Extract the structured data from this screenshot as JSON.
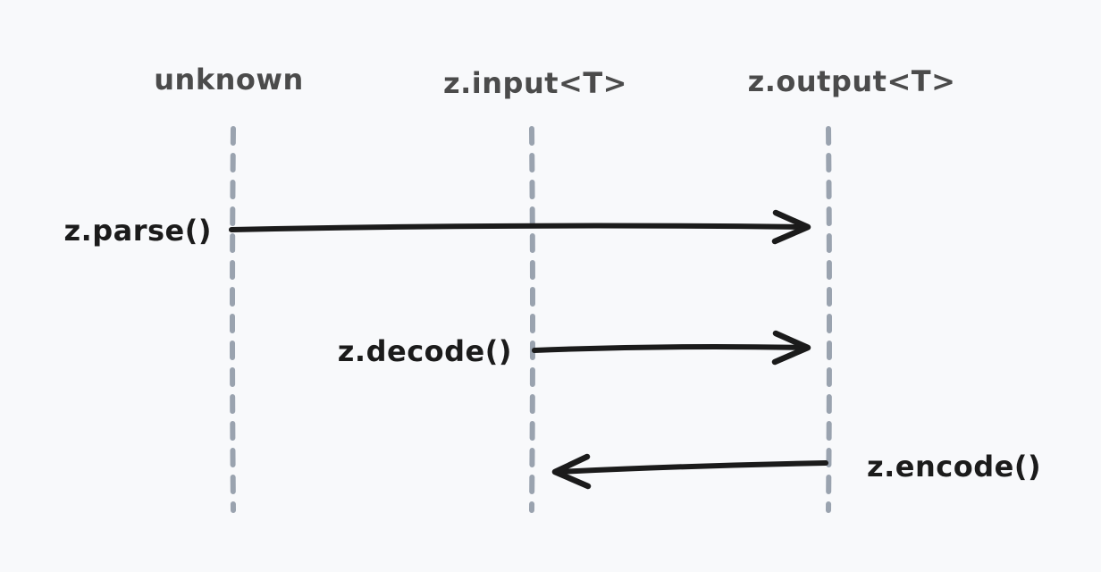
{
  "diagram": {
    "type": "sequence-diagram",
    "style": "hand-drawn",
    "colors": {
      "background": "#f8f9fb",
      "lifeline": "#9aa3af",
      "header_text": "#4b4b4b",
      "arrow": "#1b1b1b"
    },
    "lifelines": [
      {
        "label": "unknown"
      },
      {
        "label": "z.input<T>"
      },
      {
        "label": "z.output<T>"
      }
    ],
    "messages": [
      {
        "label": "z.parse()",
        "from": "unknown",
        "to": "z.output<T>",
        "direction": "right"
      },
      {
        "label": "z.decode()",
        "from": "z.input<T>",
        "to": "z.output<T>",
        "direction": "right"
      },
      {
        "label": "z.encode()",
        "from": "z.output<T>",
        "to": "z.input<T>",
        "direction": "left"
      }
    ]
  }
}
